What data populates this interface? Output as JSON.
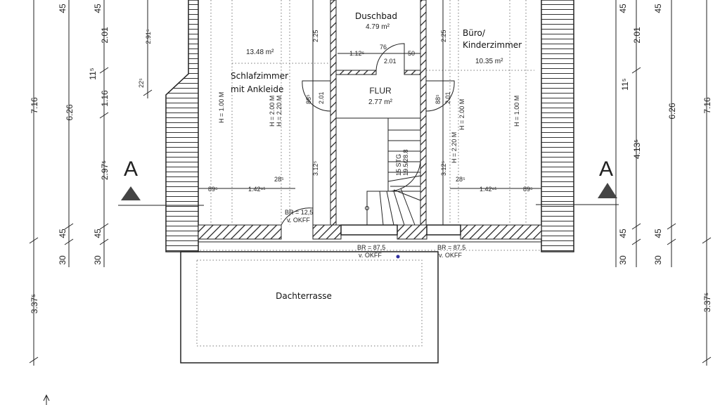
{
  "rooms": {
    "duschbad": {
      "name": "Duschbad",
      "area": "4.79 m²"
    },
    "buero": {
      "name1": "Büro/",
      "name2": "Kinderzimmer",
      "area": "10.35 m²"
    },
    "schlaf": {
      "name1": "Schlafzimmer",
      "name2": "mit Ankleide",
      "area": "13.48 m²"
    },
    "flur": {
      "name": "FLUR",
      "area": "2.77 m²"
    },
    "terrasse": {
      "name": "Dachterrasse"
    }
  },
  "section_marker": "A",
  "notes": {
    "br_door": [
      "BR = 12,5",
      "v. OKFF"
    ],
    "br_win1": [
      "BR = 87,5",
      "v. OKFF"
    ],
    "br_win2": [
      "BR = 87,5",
      "v. OKFF"
    ],
    "stairs": [
      "15 STG",
      "19.5/28.8"
    ]
  },
  "heights": {
    "h100": "H = 1.00 M",
    "h200": "H = 2.00 M",
    "h220": "H = 2.20 M"
  },
  "inner_dims": {
    "d225": "2.25",
    "d112": "1.12⁵",
    "d76": "76",
    "d201": "2.01",
    "d50": "50",
    "d885": "88⁵",
    "d3125": "3.12⁵",
    "d895": "89⁵",
    "d142": "1.42⁸¹",
    "d285": "28⁵"
  },
  "left_dims": {
    "c1": [
      "7.16",
      "3.37⁵"
    ],
    "c2": [
      "45",
      "6.26",
      "45",
      "30"
    ],
    "c3": [
      "45",
      "2.01",
      "11⁵",
      "1.16",
      "2.97⁵",
      "45",
      "30"
    ],
    "c4": [
      "2.91⁵",
      "22⁵"
    ]
  },
  "right_dims": {
    "c1": [
      "45",
      "2.01",
      "11⁵",
      "4.13⁵",
      "45",
      "30"
    ],
    "c2": [
      "45",
      "6.26",
      "45",
      "30"
    ],
    "c3": [
      "7.16",
      "3.37⁵"
    ]
  },
  "colors": {
    "marker_dot": "#3030a0"
  }
}
